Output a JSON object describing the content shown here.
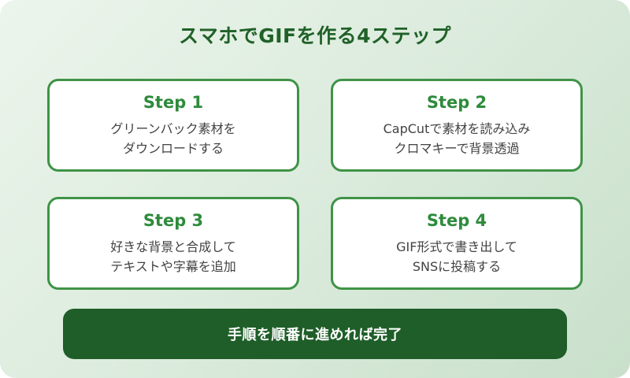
{
  "page": {
    "title": "スマホでGIFを作る4ステップ",
    "colors": {
      "background_light": "#ecf5ec",
      "background_dark": "#c9e0cb",
      "title_green": "#206128",
      "card_background": "#ffffff",
      "card_border_green": "#3f9347",
      "step_label_green": "#2e8b3c",
      "body_text_gray": "#424242",
      "footer_bar_green": "#1f5e29",
      "footer_text": "#ffffff"
    }
  },
  "steps": [
    {
      "label": "Step 1",
      "line1": "グリーンバック素材を",
      "line2": "ダウンロードする"
    },
    {
      "label": "Step 2",
      "line1": "CapCutで素材を読み込み",
      "line2": "クロマキーで背景透過"
    },
    {
      "label": "Step 3",
      "line1": "好きな背景と合成して",
      "line2": "テキストや字幕を追加"
    },
    {
      "label": "Step 4",
      "line1": "GIF形式で書き出して",
      "line2": "SNSに投稿する"
    }
  ],
  "footer": {
    "label": "手順を順番に進めれば完了"
  }
}
